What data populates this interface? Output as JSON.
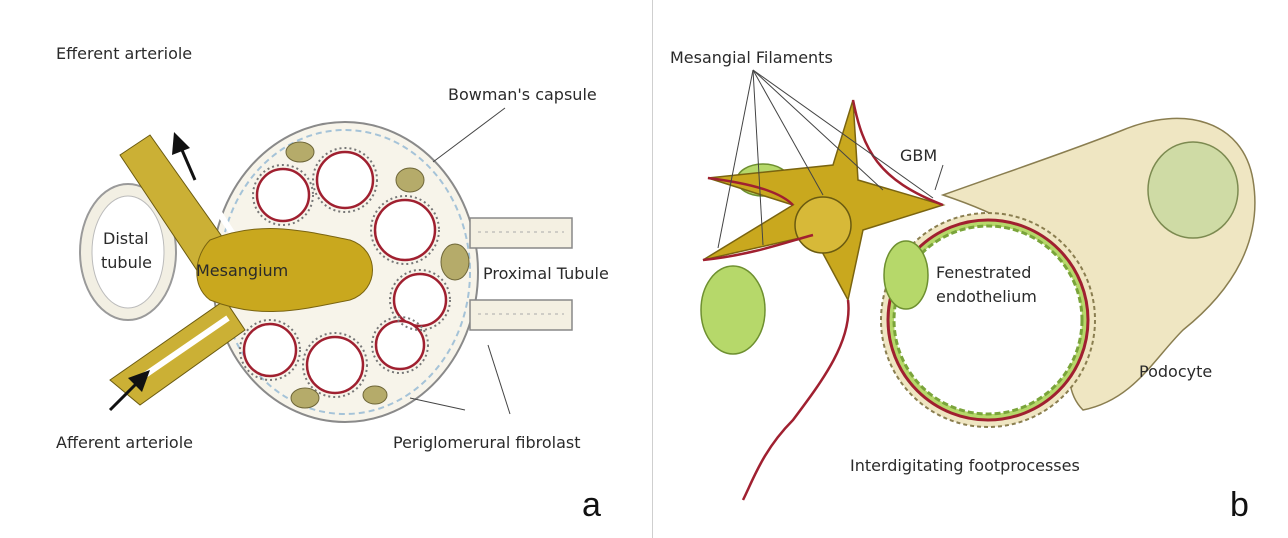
{
  "panel_a": {
    "labels": {
      "efferent_arteriole": "Efferent arteriole",
      "bowmans_capsule": "Bowman's capsule",
      "distal_tubule_line1": "Distal",
      "distal_tubule_line2": "tubule",
      "mesangium": "Mesangium",
      "proximal_tubule": "Proximal Tubule",
      "afferent_arteriole": "Afferent arteriole",
      "periglomerural_fibrolast": "Periglomerural fibrolast"
    },
    "letter": "a"
  },
  "panel_b": {
    "labels": {
      "mesangial_filaments": "Mesangial Filaments",
      "gbm": "GBM",
      "fenestrated_line1": "Fenestrated",
      "fenestrated_line2": "endothelium",
      "podocyte": "Podocyte",
      "interdigitating": "Interdigitating footprocesses"
    },
    "letter": "b"
  },
  "colors": {
    "mesangium": "#c9a81e",
    "endothelium": "#b6d86a",
    "podocyte": "#efe6c2",
    "membrane": "#a02030",
    "outline": "#555555"
  }
}
